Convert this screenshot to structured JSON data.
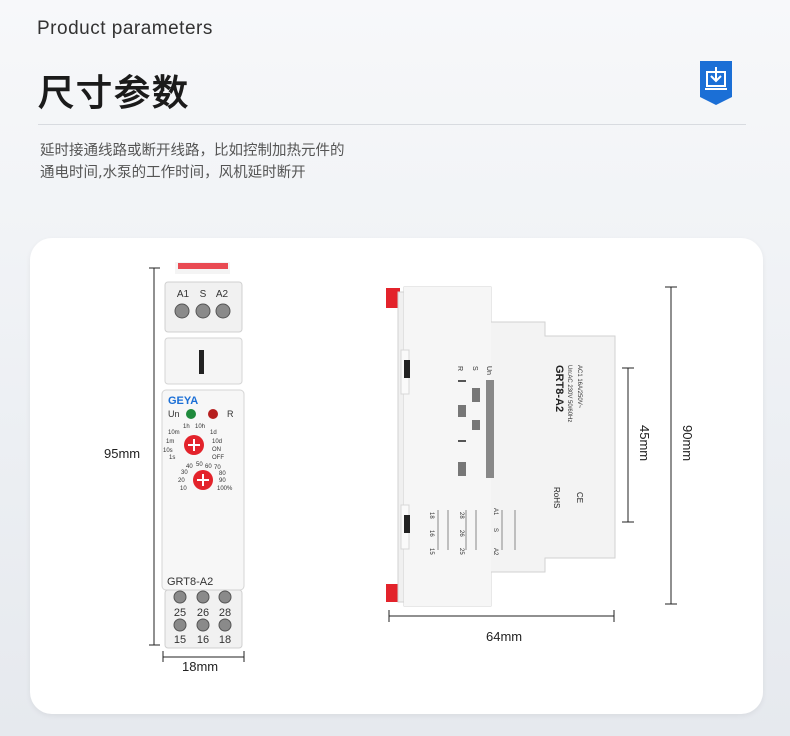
{
  "header": {
    "subtitle_en": "Product parameters",
    "title_cn": "尺寸参数",
    "badge_icon": "download-box-icon"
  },
  "description": {
    "line1": "延时接通线路或断开线路，比如控制加热元件的",
    "line2": "通电时间,水泵的工作时间，风机延时断开"
  },
  "front_view": {
    "terminals_top": [
      "A1",
      "S",
      "A2"
    ],
    "brand": "GEYA",
    "led_un": "Un",
    "led_r": "R",
    "range_labels": [
      "10m",
      "1h",
      "10h",
      "1m",
      "1d",
      "10s",
      "10d",
      "1s",
      "ON",
      "OFF"
    ],
    "percent_labels": [
      "40",
      "50",
      "60",
      "30",
      "70",
      "20",
      "80",
      "10",
      "90",
      "100%"
    ],
    "model": "GRT8-A2",
    "terminals_row1": [
      "25",
      "26",
      "28"
    ],
    "terminals_row2": [
      "15",
      "16",
      "18"
    ],
    "dim_height": "95mm",
    "dim_width": "18mm"
  },
  "side_view": {
    "model": "GRT8-A2",
    "spec_line1": "Un:AC 230V 50/60Hz",
    "spec_line2": "AC1 16A/250V~",
    "rohs": "RoHS",
    "ce": "CE",
    "diagram_labels": [
      "R",
      "S",
      "Un"
    ],
    "wiring_labels": [
      "18",
      "16",
      "15",
      "28",
      "26",
      "25",
      "A1",
      "S",
      "A2"
    ],
    "dim_inner_height": "45mm",
    "dim_outer_height": "90mm",
    "dim_depth": "64mm"
  },
  "colors": {
    "accent_blue": "#1b6fd6",
    "relay_red": "#e3232b",
    "led_green": "#1f8a3c",
    "case_gray": "#f2f2f2"
  }
}
